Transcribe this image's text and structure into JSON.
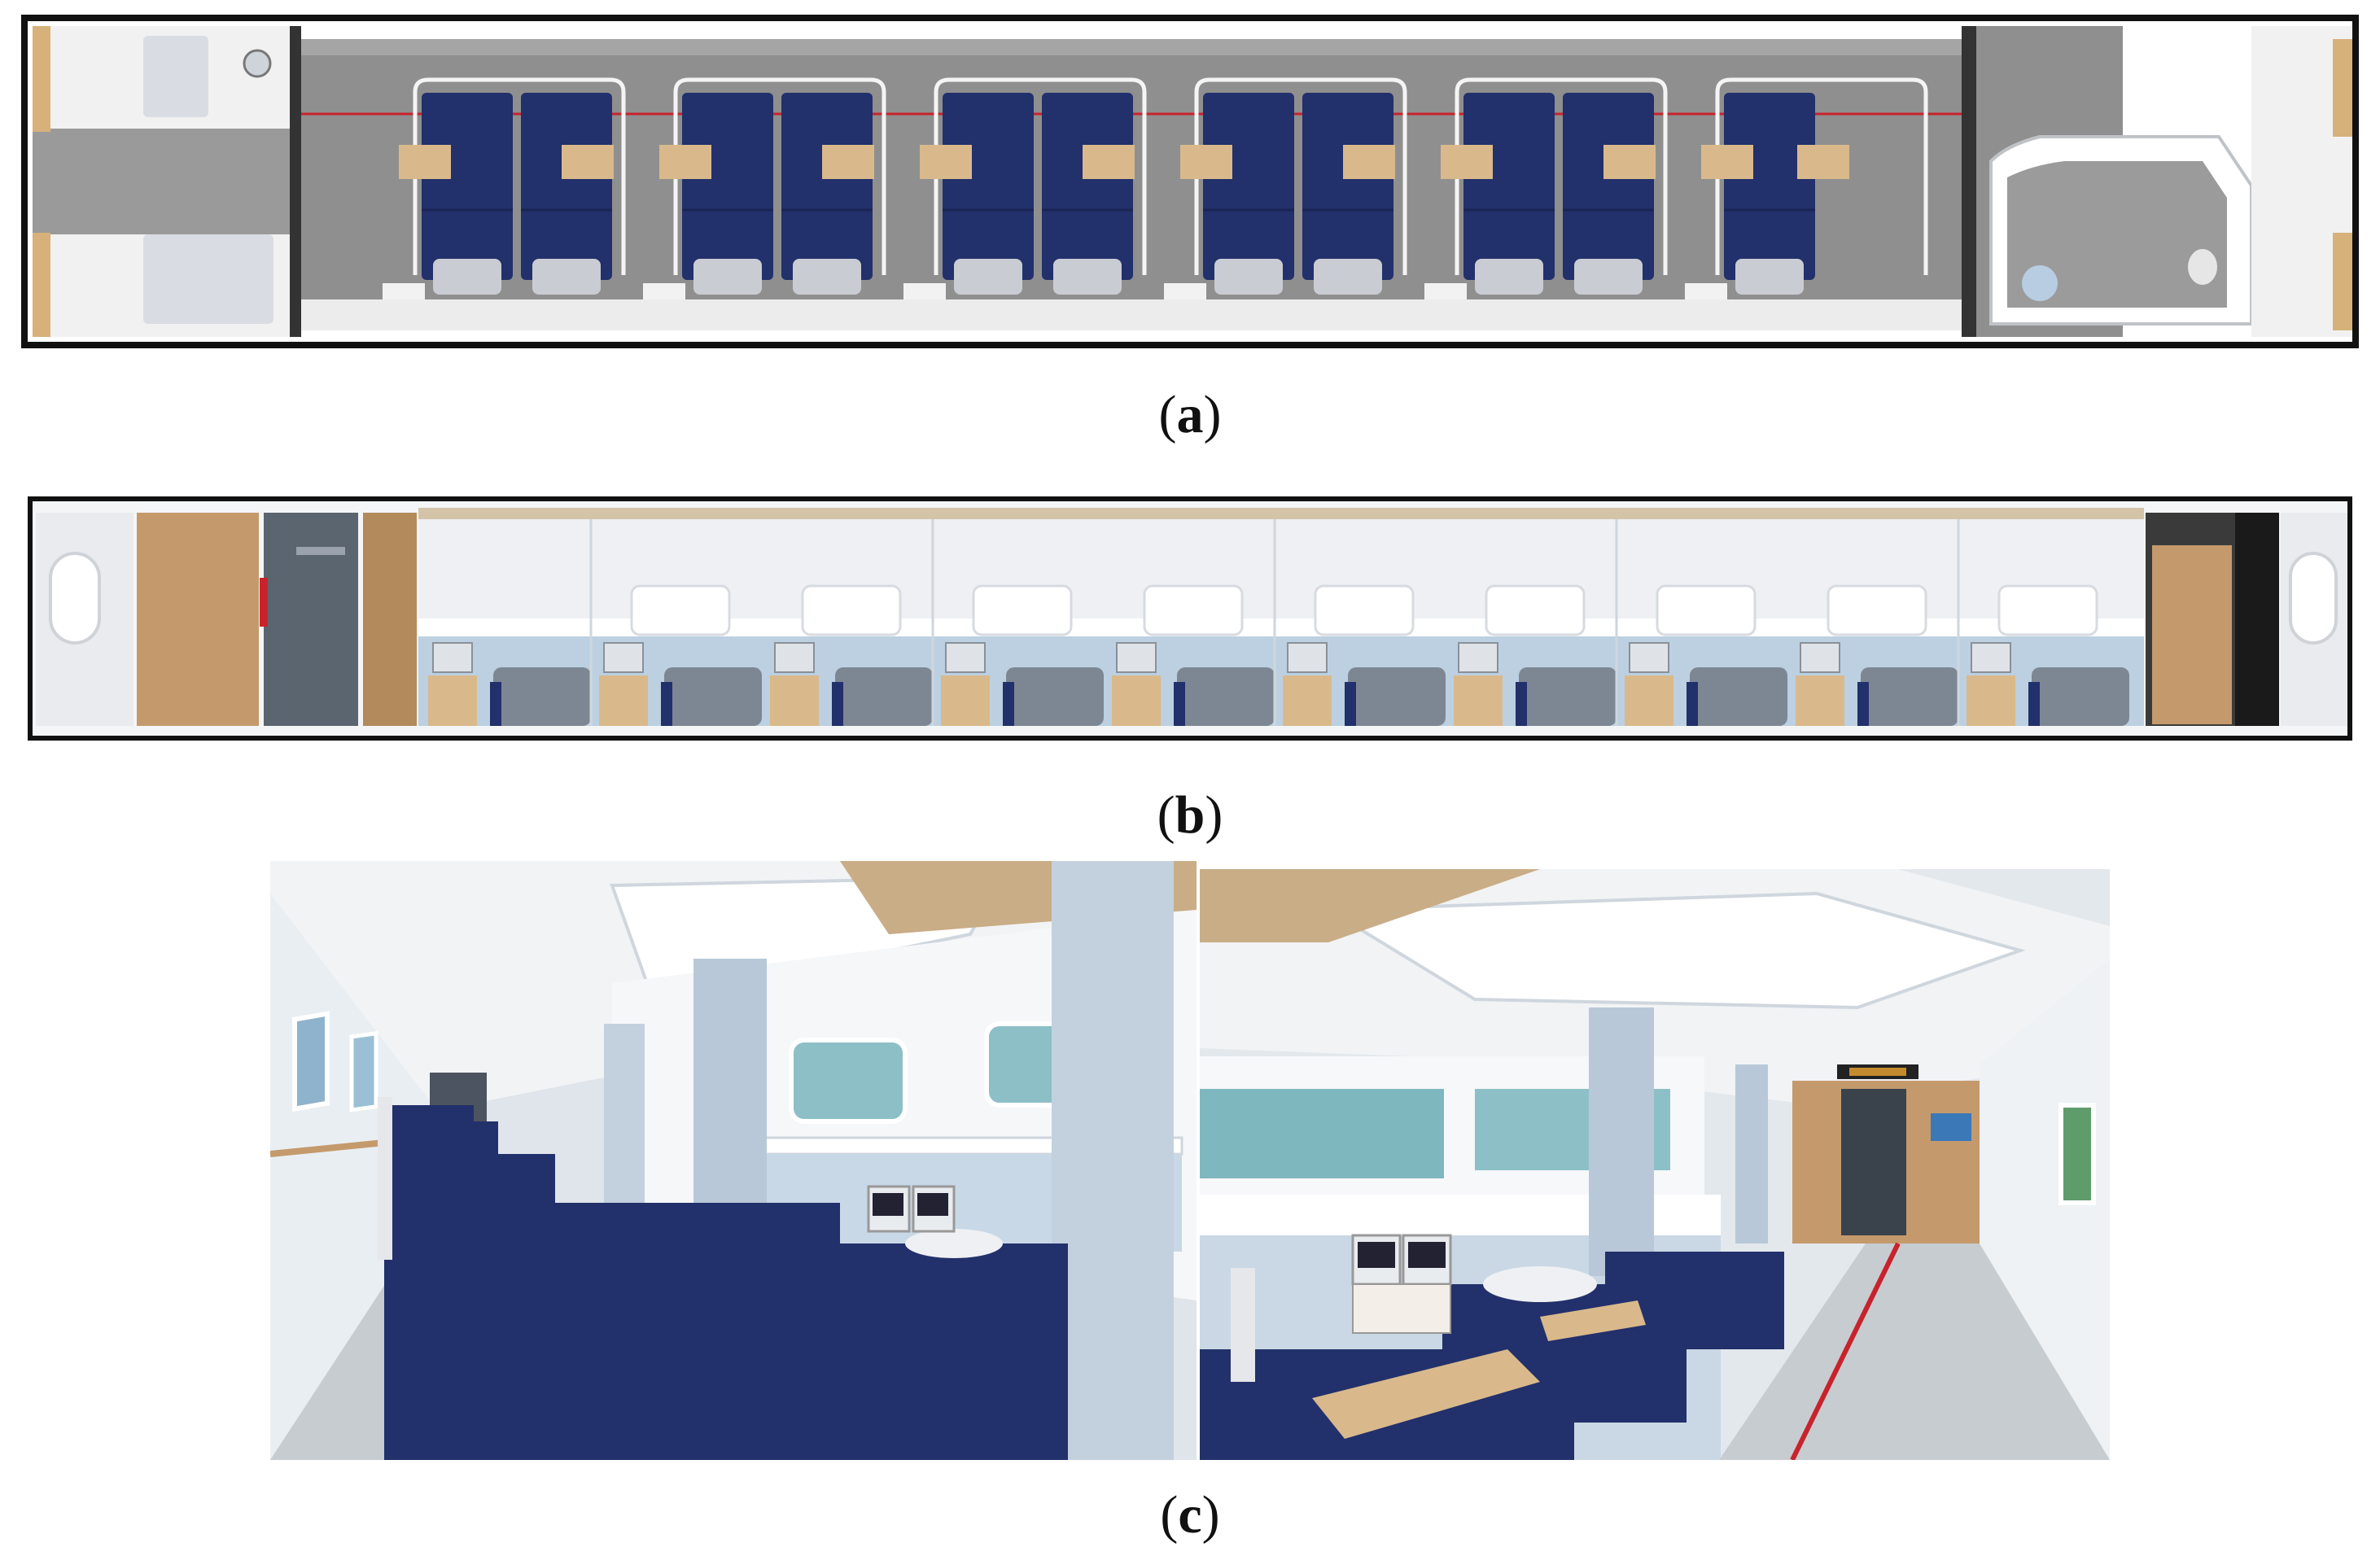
{
  "figure": {
    "captions": [
      "a",
      "b",
      "c"
    ]
  },
  "colors": {
    "frame": "#111111",
    "floor_grey": "#8d8d8d",
    "wall_grey": "#7a7a7a",
    "navy_bed": "#22306b",
    "navy_dark": "#1a2556",
    "wood": "#d9b98b",
    "pillow": "#c9ccd2",
    "light_blue_wall": "#c8d8e6",
    "accent_red": "#c8232c"
  },
  "icons": {
    "bed": "hospital-bed-icon",
    "window": "window-icon",
    "door": "door-icon",
    "monitor": "patient-monitor-icon"
  }
}
